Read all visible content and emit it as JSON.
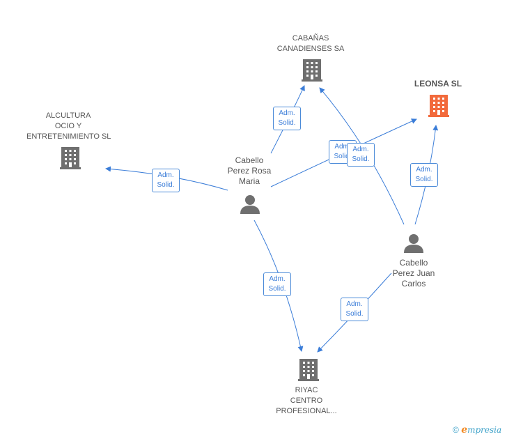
{
  "colors": {
    "edge": "#3b7dd8",
    "company_icon": "#6f6f6f",
    "main_company_icon": "#f26a3c",
    "person_icon": "#6f6f6f"
  },
  "nodes": {
    "cabanas": {
      "line1": "CABAÑAS",
      "line2": "CANADIENSES SA",
      "icon": "building-icon"
    },
    "leonsa": {
      "line1": "LEONSA SL",
      "icon": "building-icon"
    },
    "alcultura": {
      "line1": "ALCULTURA",
      "line2": "OCIO Y",
      "line3": "ENTRETENIMIENTO SL",
      "icon": "building-icon"
    },
    "rosa": {
      "line1": "Cabello",
      "line2": "Perez Rosa",
      "line3": "Maria",
      "icon": "person-icon"
    },
    "juan": {
      "line1": "Cabello",
      "line2": "Perez Juan",
      "line3": "Carlos",
      "icon": "person-icon"
    },
    "riyac": {
      "line1": "RIYAC",
      "line2": "CENTRO",
      "line3": "PROFESIONAL...",
      "icon": "building-icon"
    }
  },
  "edges": {
    "e1": {
      "line1": "Adm.",
      "line2": "Solid."
    },
    "e2": {
      "line1": "Adm.",
      "line2": "Solid."
    },
    "e3": {
      "line1": "Adm.",
      "line2": "Solid."
    },
    "e4": {
      "line1": "Adm.",
      "line2": "Solid."
    },
    "e5": {
      "line1": "Adm.",
      "line2": "Solid."
    },
    "e6": {
      "line1": "Adm.",
      "line2": "Solid."
    },
    "e7": {
      "line1": "Adm.",
      "line2": "Solid."
    }
  },
  "footer": {
    "copyright": "©",
    "brand_initial": "e",
    "brand_rest": "mpresia"
  }
}
